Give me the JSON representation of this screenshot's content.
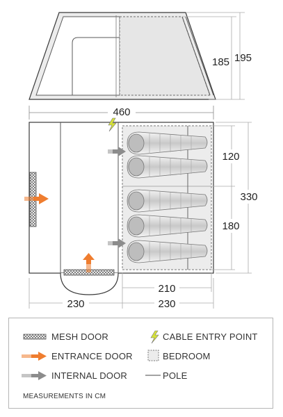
{
  "dimensions": {
    "length_total": "460",
    "height_outer": "195",
    "height_inner": "185",
    "width_total": "330",
    "bedroom_top": "120",
    "bedroom_bottom": "180",
    "bedroom_length": "210",
    "porch_length": "230",
    "rear_length": "230"
  },
  "legend": {
    "mesh_door": "MESH DOOR",
    "entrance_door": "ENTRANCE DOOR",
    "internal_door": "INTERNAL DOOR",
    "cable_entry_point": "CABLE ENTRY POINT",
    "bedroom": "BEDROOM",
    "pole": "POLE",
    "footnote": "MEASUREMENTS IN CM"
  },
  "colors": {
    "entrance_arrow": "#ef7d2f",
    "internal_arrow": "#8c8c8c",
    "cable_icon": "#d6e23a",
    "bedroom_fill": "#ececec",
    "outline": "#3a3a3a"
  },
  "icons": {
    "mesh_door": "mesh-door-icon",
    "entrance_door": "orange-arrow-icon",
    "internal_door": "grey-arrow-icon",
    "cable_entry_point": "lightning-bolt-icon",
    "bedroom": "dashed-square-icon",
    "pole": "pole-line-icon"
  }
}
